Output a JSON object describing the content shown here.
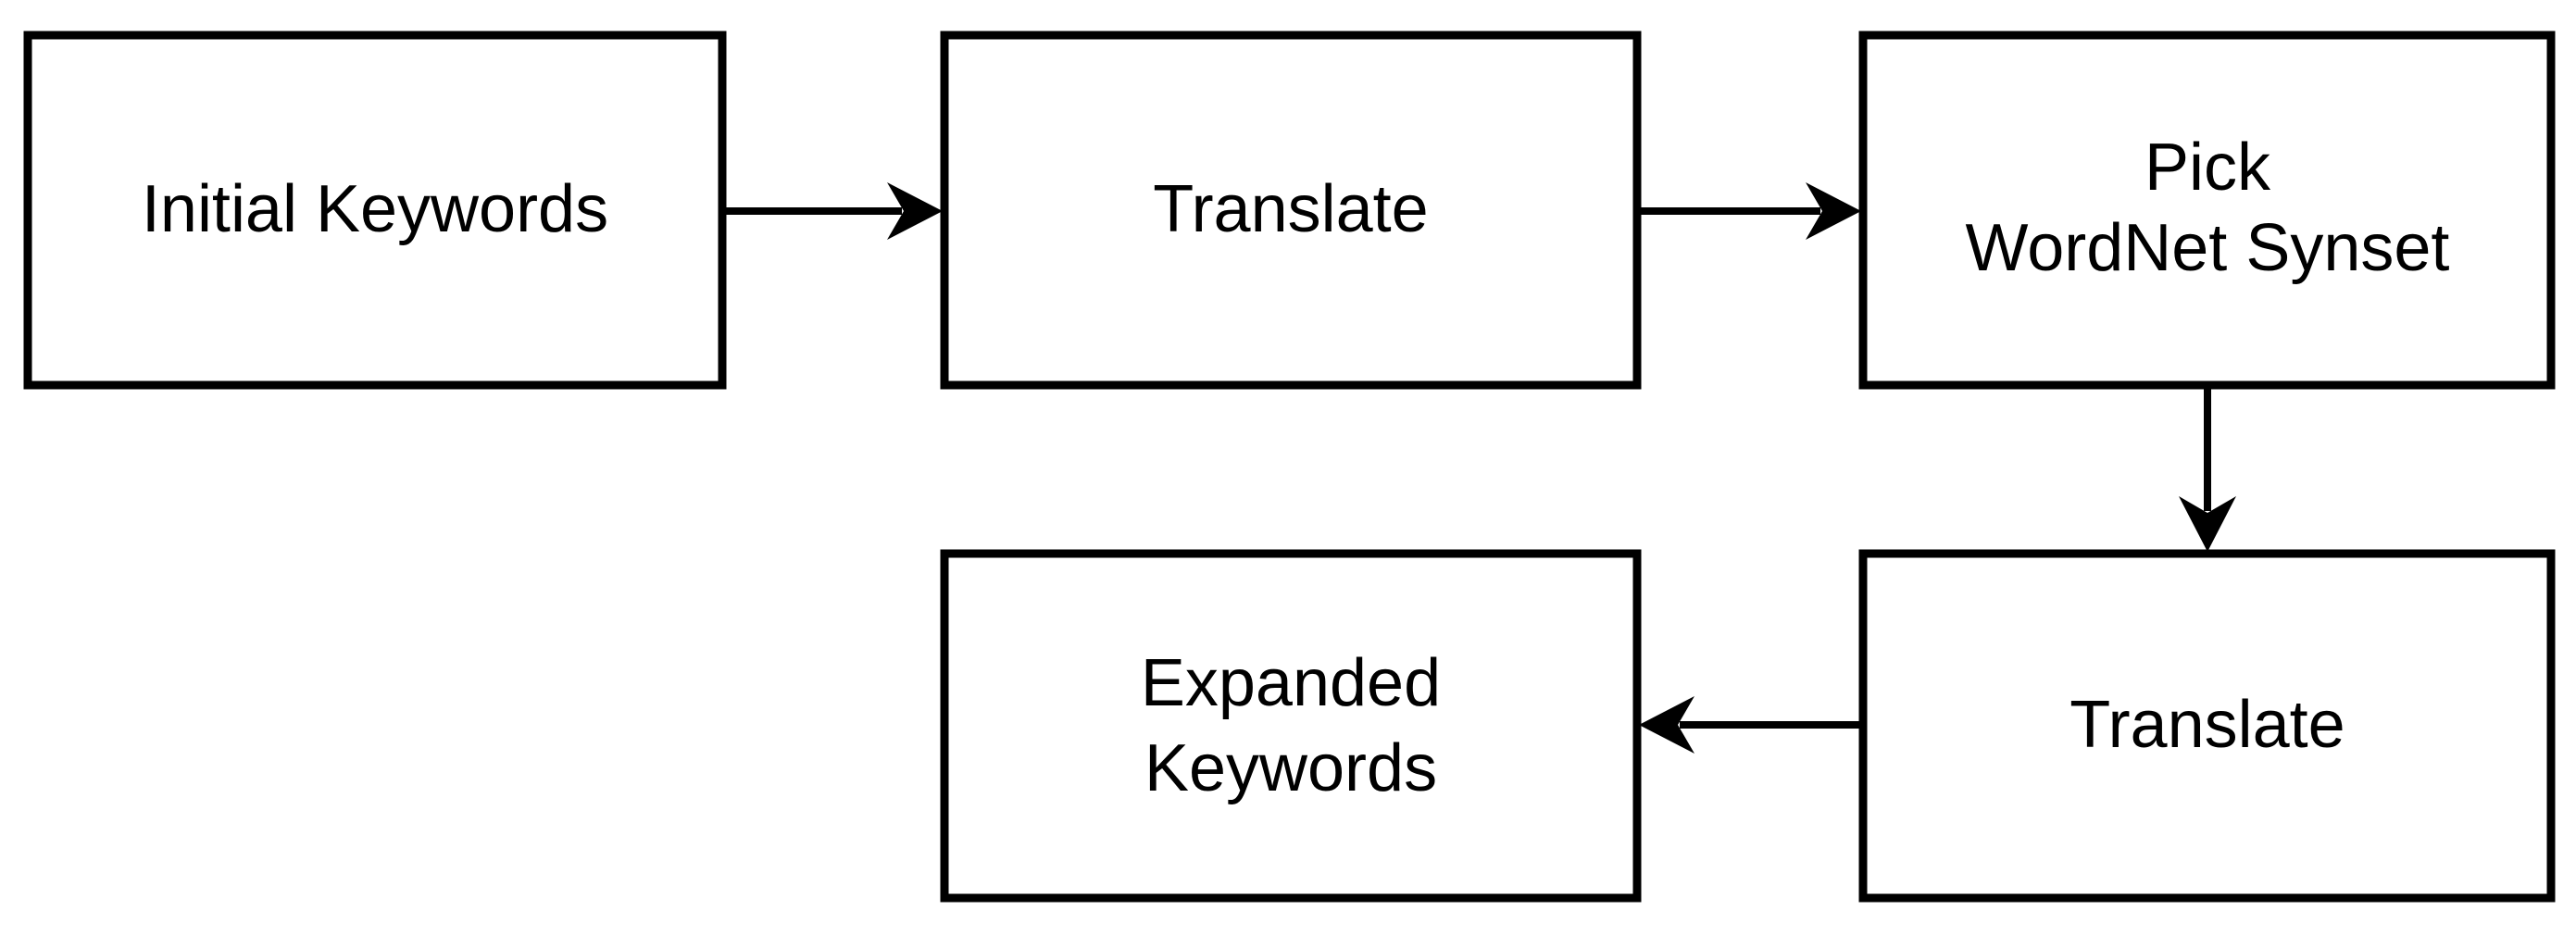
{
  "diagram": {
    "type": "flowchart",
    "colors": {
      "ink": "#000000",
      "paper": "#ffffff"
    },
    "nodes": [
      {
        "id": "initial-keywords",
        "label": "Initial Keywords",
        "lines": [
          "Initial Keywords"
        ]
      },
      {
        "id": "translate-top",
        "label": "Translate",
        "lines": [
          "Translate"
        ]
      },
      {
        "id": "pick-wordnet-synset",
        "label": "Pick WordNet Synset",
        "lines": [
          "Pick",
          "WordNet Synset"
        ]
      },
      {
        "id": "translate-bottom",
        "label": "Translate",
        "lines": [
          "Translate"
        ]
      },
      {
        "id": "expanded-keywords",
        "label": "Expanded Keywords",
        "lines": [
          "Expanded",
          "Keywords"
        ]
      }
    ],
    "edges": [
      {
        "from": "Initial Keywords",
        "to": "Translate",
        "direction": "right"
      },
      {
        "from": "Translate",
        "to": "Pick WordNet Synset",
        "direction": "right"
      },
      {
        "from": "Pick WordNet Synset",
        "to": "Translate",
        "direction": "down"
      },
      {
        "from": "Translate",
        "to": "Expanded Keywords",
        "direction": "left"
      }
    ]
  }
}
